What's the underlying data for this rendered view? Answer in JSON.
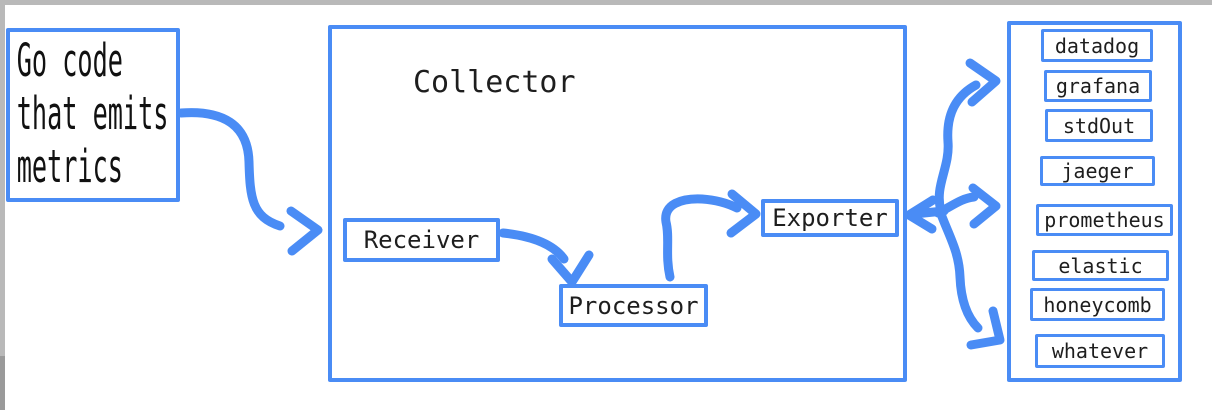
{
  "diagram": {
    "accent_blue": "#4a8cf5",
    "edge_gray": "#b9b9b9",
    "edge_gray_dark": "#9a9a9a",
    "text_color": "#1e1e1e",
    "source_box": {
      "lines": [
        "Go code",
        "that emits",
        "metrics"
      ]
    },
    "collector": {
      "title": "Collector",
      "receiver_label": "Receiver",
      "processor_label": "Processor",
      "exporter_label": "Exporter"
    },
    "destinations": [
      "datadog",
      "grafana",
      "stdOut",
      "jaeger",
      "prometheus",
      "elastic",
      "honeycomb",
      "whatever"
    ]
  }
}
